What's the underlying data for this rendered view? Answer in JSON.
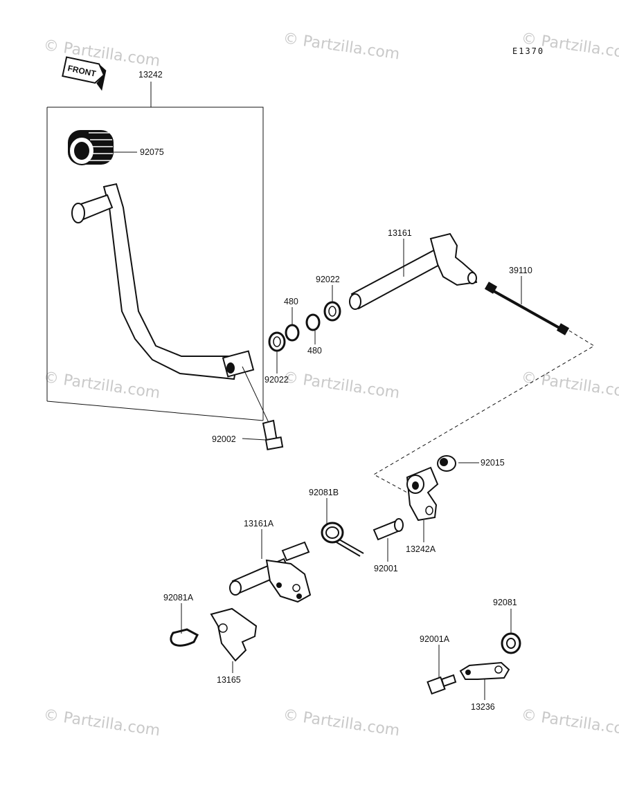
{
  "watermarks": {
    "tl": "© Partzilla.com",
    "tm": "© Partzilla.com",
    "tr": "© Partzilla.com",
    "ml": "© Partzilla.com",
    "mm": "© Partzilla.com",
    "mr": "© Partzilla.com",
    "bl": "© Partzilla.com",
    "bm": "© Partzilla.com",
    "br": "© Partzilla.com"
  },
  "diagram_code": "E1370",
  "front_badge": "FRONT",
  "parts": {
    "p13242": "13242",
    "p92075": "92075",
    "p13161": "13161",
    "p39110": "39110",
    "p92022_top": "92022",
    "p480_top": "480",
    "p480_bottom": "480",
    "p92022_bottom": "92022",
    "p92002": "92002",
    "p92015": "92015",
    "p92081B": "92081B",
    "p13161A": "13161A",
    "p92001": "92001",
    "p13242A": "13242A",
    "p92081A": "92081A",
    "p13165": "13165",
    "p92081": "92081",
    "p92001A": "92001A",
    "p13236": "13236"
  },
  "colors": {
    "ink": "#111111",
    "watermark": "#c9c9c9",
    "paper": "#ffffff"
  }
}
